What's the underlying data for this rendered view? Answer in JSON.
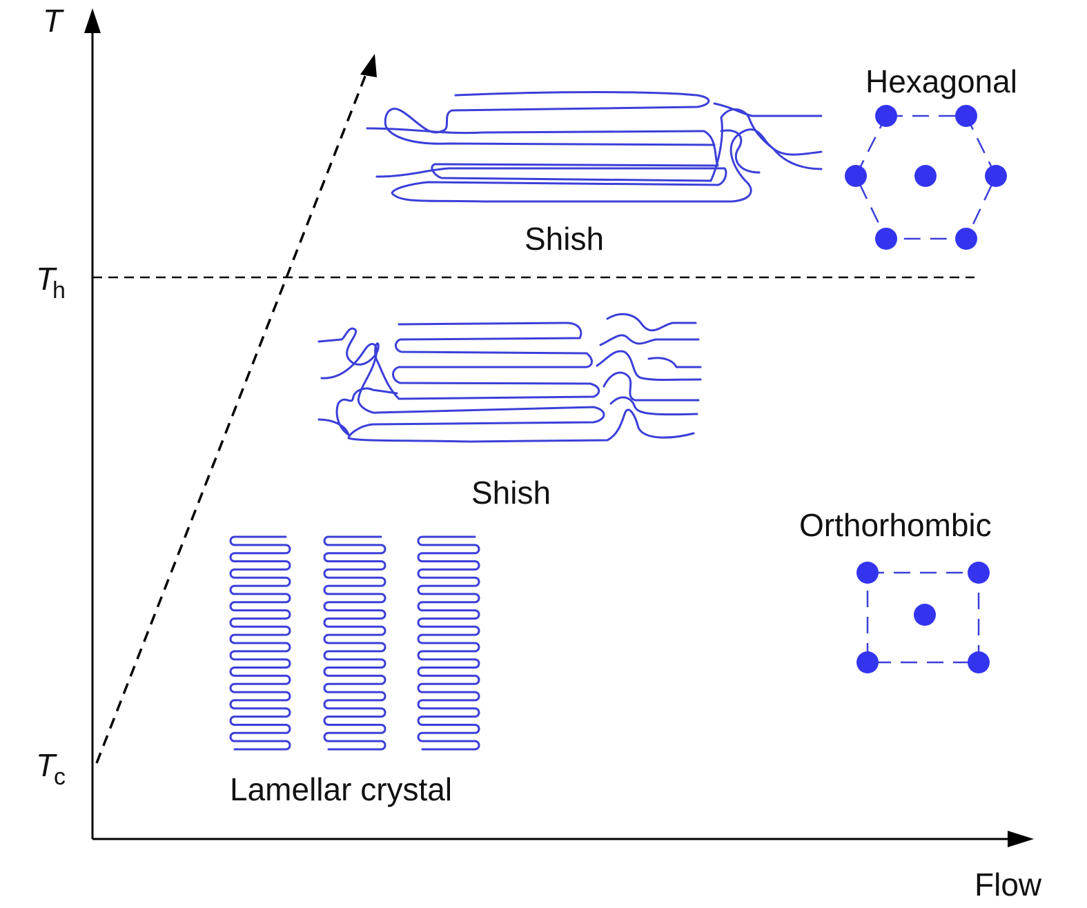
{
  "axes": {
    "y_label": "T",
    "x_label": "Flow",
    "th_main": "T",
    "th_sub": "h",
    "tc_main": "T",
    "tc_sub": "c"
  },
  "labels": {
    "shish_top": "Shish",
    "shish_bottom": "Shish",
    "lamellar": "Lamellar  crystal",
    "hexagonal": "Hexagonal",
    "orthorhombic": "Orthorhombic"
  },
  "colors": {
    "chain": "#3b3fd8",
    "atom": "#3434ee",
    "axis": "#000000"
  }
}
